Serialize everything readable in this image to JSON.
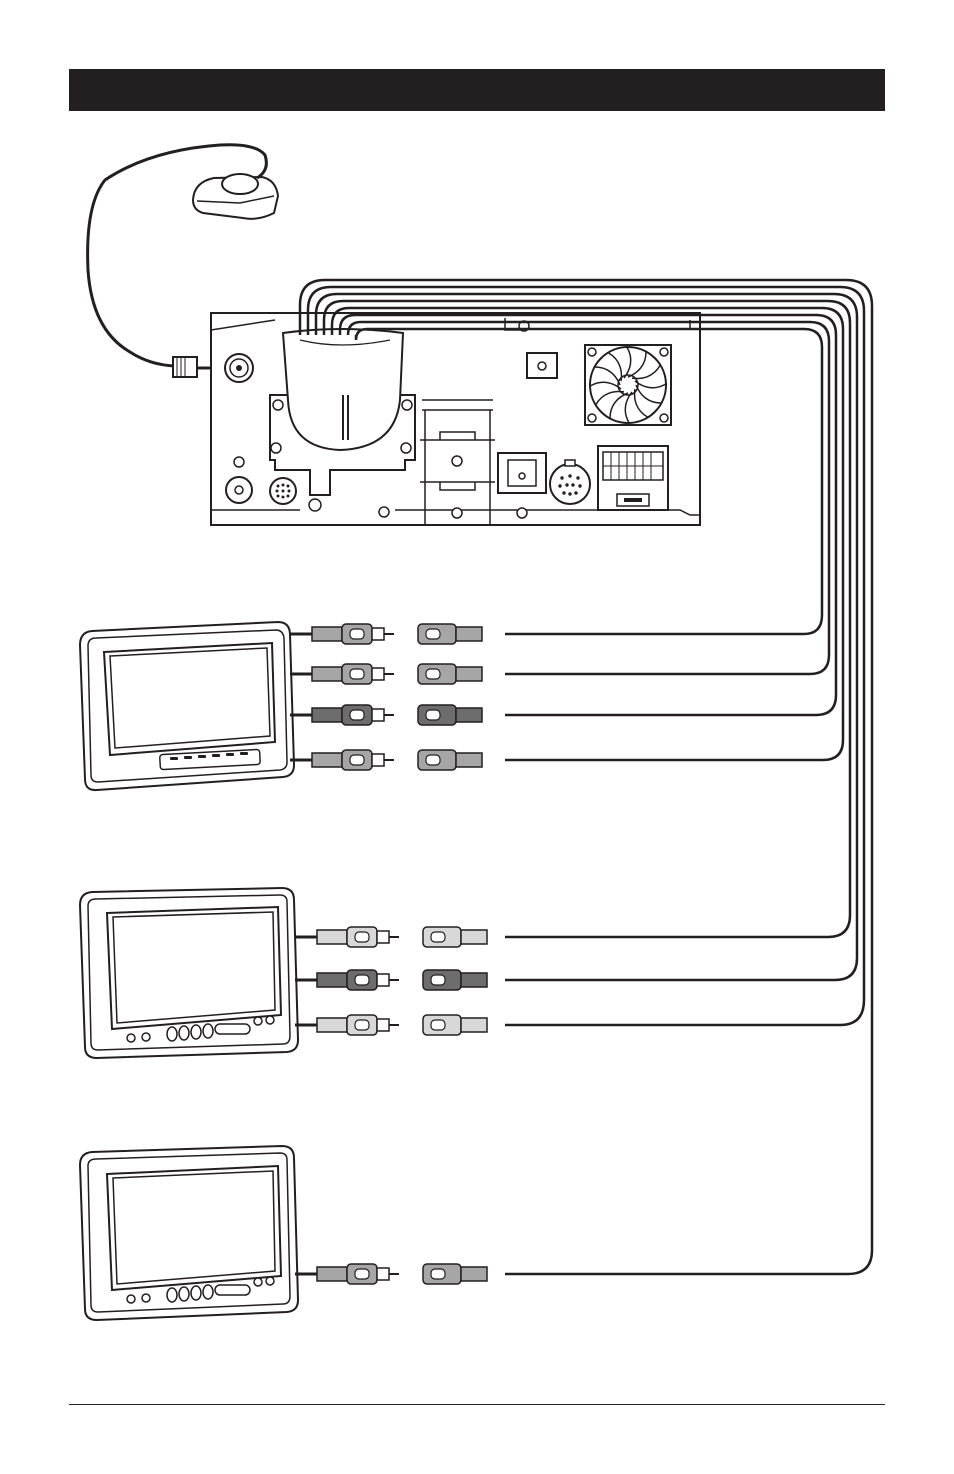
{
  "header": {
    "title": "",
    "bar_color": "#231f20"
  },
  "diagram": {
    "description_units": "none",
    "components": [
      {
        "name": "gps-antenna"
      },
      {
        "name": "head-unit-rear-panel"
      },
      {
        "name": "monitor-1",
        "rca_plugs": 4
      },
      {
        "name": "monitor-2",
        "rca_plugs": 3
      },
      {
        "name": "monitor-3",
        "rca_plugs": 1
      }
    ],
    "colors": {
      "line": "#231f20",
      "plug_light": "#d8d8d8",
      "plug_mid": "#a6a6a6",
      "plug_dark": "#6d6d6d",
      "paper": "#ffffff"
    }
  },
  "footer": {
    "text": ""
  }
}
